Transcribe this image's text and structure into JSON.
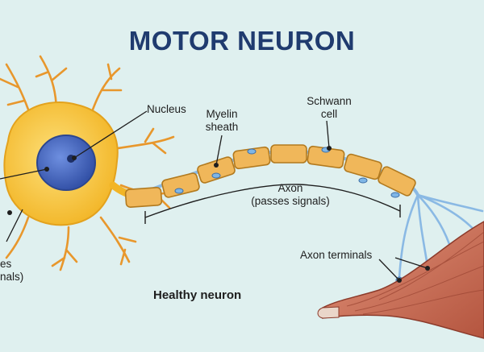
{
  "title": "MOTOR NEURON",
  "labels": {
    "nucleus": "Nucleus",
    "myelin_line1": "Myelin",
    "myelin_line2": "sheath",
    "schwann_line1": "Schwann",
    "schwann_line2": "cell",
    "axon_line1": "Axon",
    "axon_line2": "(passes signals)",
    "axon_terminals": "Axon terminals",
    "dendrites_line1": "es",
    "dendrites_line2": "nals)",
    "caption": "Healthy neuron"
  },
  "colors": {
    "background": "#dff0ef",
    "title": "#1f3b6f",
    "cell_body": "#f5c230",
    "nucleus": "#4766c4",
    "myelin": "#f0b75a",
    "axon": "#7fb6e6",
    "muscle": "#c8664e"
  }
}
